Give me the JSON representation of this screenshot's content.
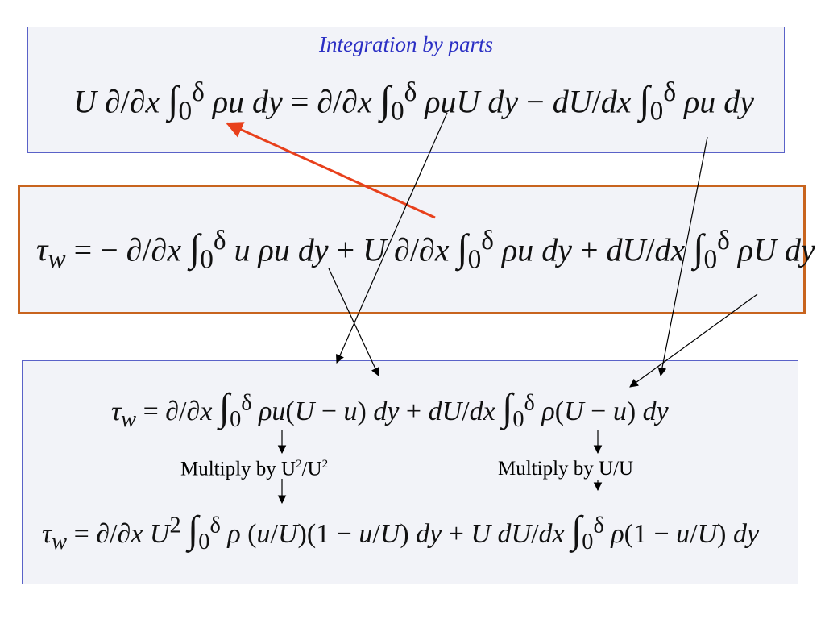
{
  "box1": {
    "title": "Integration by parts",
    "equation": "U ∂/∂x ∫₀^δ ρu dy = ∂/∂x ∫₀^δ ρuU dy − dU/dx ∫₀^δ ρu dy"
  },
  "box2": {
    "equation": "τ_w = − ∂/∂x ∫₀^δ u ρu dy + U ∂/∂x ∫₀^δ ρu dy + dU/dx ∫₀^δ ρU dy"
  },
  "box3": {
    "equation1": "τ_w = ∂/∂x ∫₀^δ ρu(U − u) dy + dU/dx ∫₀^δ ρ(U − u) dy",
    "note_left_prefix": "Multiply by U",
    "note_left_mid": "/U",
    "note_left_sup": "2",
    "note_right": "Multiply by U/U",
    "equation2": "τ_w = ∂/∂x U² ∫₀^δ ρ (u/U)(1 − u/U) dy + U dU/dx ∫₀^δ ρ(1 − u/U) dy"
  },
  "colors": {
    "box_border": "#5a62c8",
    "highlight_border": "#c8641e",
    "title": "#2b2fc4",
    "red_arrow": "#e8401c"
  }
}
